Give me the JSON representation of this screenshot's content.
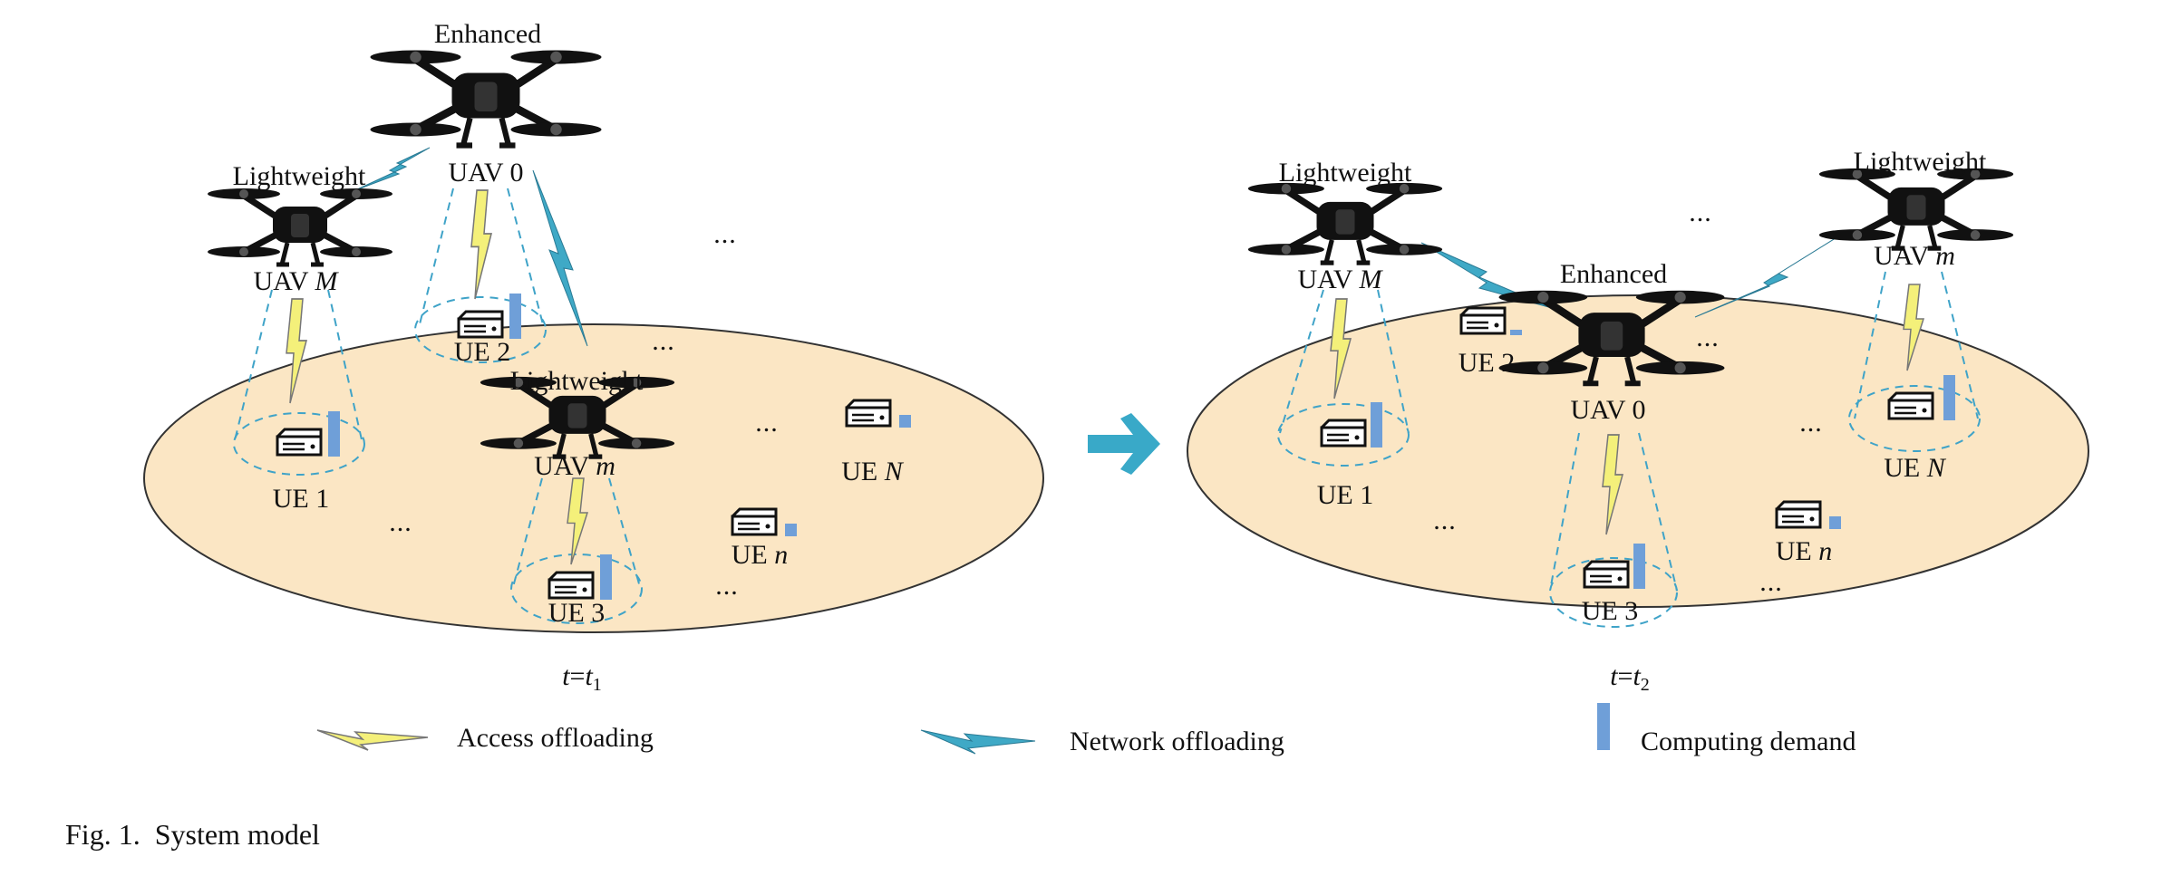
{
  "panels": [
    {
      "time_label": {
        "t": "t",
        "eq": "=",
        "sub_var": "t",
        "sub": "1"
      },
      "uavs": [
        {
          "id": "uav0",
          "type_label": "Enhanced",
          "name": "UAV 0"
        },
        {
          "id": "uavM",
          "type_label": "Lightweight",
          "name_prefix": "UAV ",
          "name_var": "M"
        },
        {
          "id": "uavm",
          "type_label": "Lightweight",
          "name_prefix": "UAV ",
          "name_var": "m"
        }
      ],
      "ues": [
        {
          "name": "UE 1",
          "demand": 0.9
        },
        {
          "name": "UE 2",
          "demand": 0.9
        },
        {
          "name": "UE 3",
          "demand": 0.9
        },
        {
          "name_prefix": "UE ",
          "name_var": "n",
          "demand": 0.25
        },
        {
          "name_prefix": "UE ",
          "name_var": "N",
          "demand": 0.25
        }
      ],
      "ellipsis": "..."
    },
    {
      "time_label": {
        "t": "t",
        "eq": "=",
        "sub_var": "t",
        "sub": "2"
      },
      "uavs": [
        {
          "id": "uav0",
          "type_label": "Enhanced",
          "name": "UAV 0"
        },
        {
          "id": "uavM",
          "type_label": "Lightweight",
          "name_prefix": "UAV ",
          "name_var": "M"
        },
        {
          "id": "uavm",
          "type_label": "Lightweight",
          "name_prefix": "UAV ",
          "name_var": "m"
        }
      ],
      "ues": [
        {
          "name": "UE 1",
          "demand": 0.9
        },
        {
          "name": "UE 2",
          "demand": 0.1
        },
        {
          "name": "UE 3",
          "demand": 0.9
        },
        {
          "name_prefix": "UE ",
          "name_var": "n",
          "demand": 0.25
        },
        {
          "name_prefix": "UE ",
          "name_var": "N",
          "demand": 0.9
        }
      ],
      "ellipsis": "..."
    }
  ],
  "legend": {
    "access": "Access offloading",
    "network": "Network offloading",
    "demand": "Computing demand"
  },
  "caption": {
    "fig": "Fig. 1.",
    "text": "System model"
  },
  "colors": {
    "ground": "#fbe6c4",
    "ground_stroke": "#333333",
    "coverage": "#3fa3c8",
    "access_bolt": "#f4f07a",
    "network_bolt": "#3fa9c6",
    "demand_bar": "#6f9fd8",
    "arrow": "#39a9c8",
    "drone": "#111111"
  }
}
